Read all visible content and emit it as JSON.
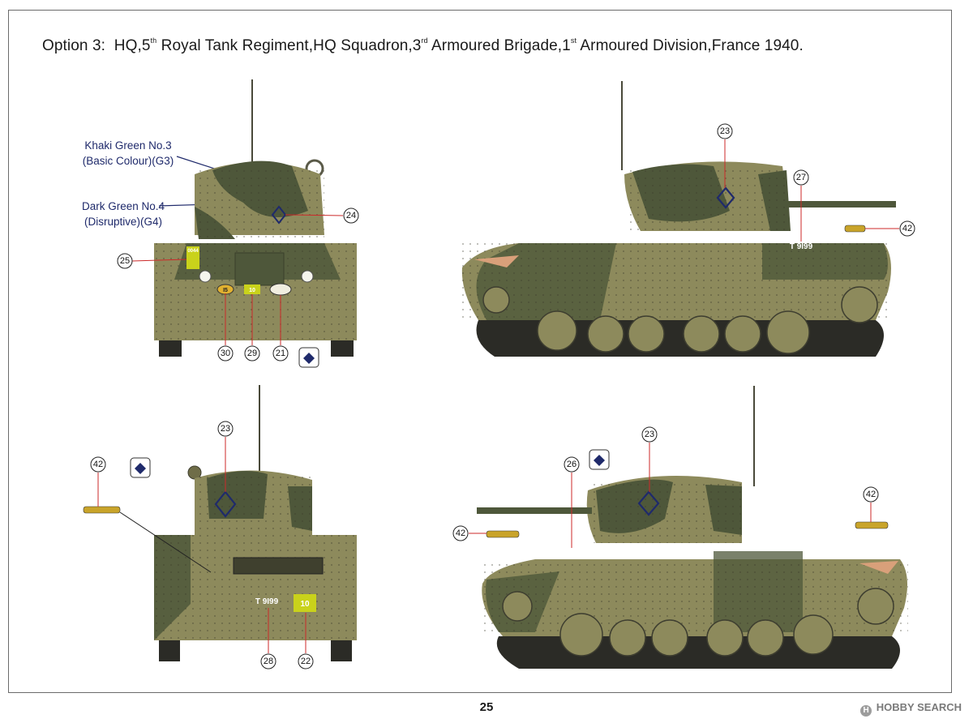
{
  "title": {
    "prefix": "Option 3:",
    "p1": "HQ,5",
    "sup1": "th",
    "p2": " Royal Tank Regiment,HQ Squadron,3",
    "sup2": "rd",
    "p3": " Armoured Brigade,1",
    "sup3": "st",
    "p4": " Armoured Division,France 1940."
  },
  "paints": [
    {
      "line1": "Khaki Green No.3",
      "line2": "(Basic Colour)(G3)",
      "color": "#8d8a5c"
    },
    {
      "line1": "Dark Green No.4",
      "line2": "(Disruptive)(G4)",
      "color": "#4e573a"
    }
  ],
  "callouts": {
    "front": [
      "24",
      "25",
      "30",
      "29",
      "21"
    ],
    "side_right": [
      "23",
      "27",
      "42"
    ],
    "rear": [
      "42",
      "23",
      "28",
      "22"
    ],
    "side_left": [
      "26",
      "23",
      "42",
      "42"
    ]
  },
  "decals": {
    "reg_side": "T 9I99",
    "reg_side_left": "T9I99",
    "reg_rear": "T  9I99",
    "tac_rear": "10",
    "front_plate_1": "I5",
    "front_plate_2": "10",
    "front_small": "0044"
  },
  "page_number": "25",
  "brand": {
    "logo": "H",
    "text": "HOBBY SEARCH"
  },
  "colors": {
    "khaki": "#8d8a5c",
    "dark_green": "#4e573a",
    "callout_blue": "#1f2a6b",
    "decal_yellow": "#c9d21b"
  }
}
